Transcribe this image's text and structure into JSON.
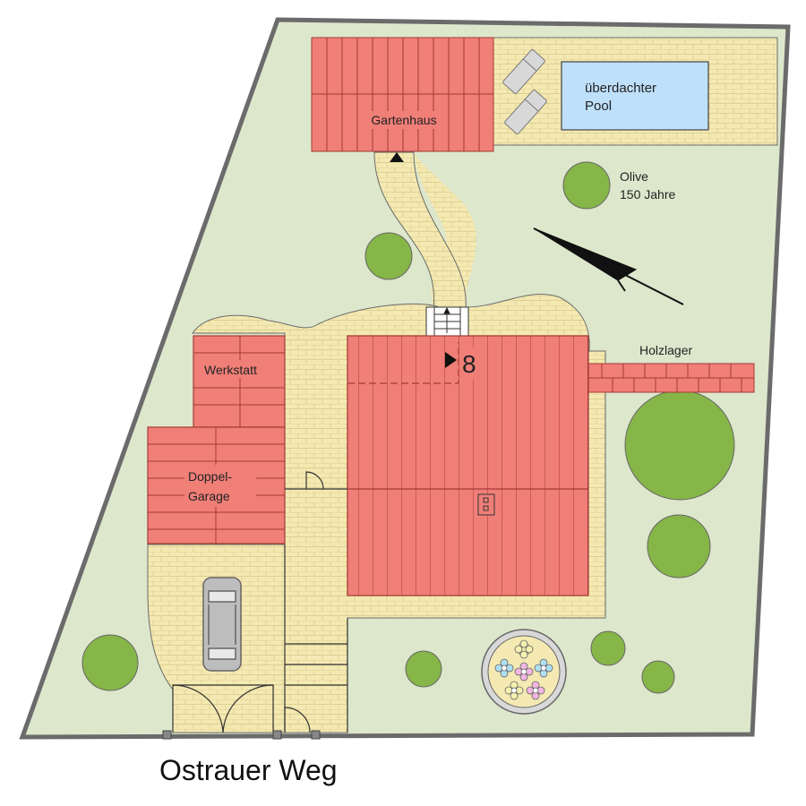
{
  "labels": {
    "garden_house": "Gartenhaus",
    "pool_line1": "überdachter",
    "pool_line2": "Pool",
    "olive_line1": "Olive",
    "olive_line2": "150 Jahre",
    "wood_storage": "Holzlager",
    "workshop": "Werkstatt",
    "garage_line1": "Doppel-",
    "garage_line2": "Garage",
    "house_number": "8",
    "street": "Ostrauer Weg"
  },
  "colors": {
    "lawn": "#dde7cc",
    "paving": "#f4e9b2",
    "roof": "#f07f78",
    "tree": "#86b548",
    "pool": "#bfe0fb",
    "wall": "#6b6b6b",
    "car": "#bdbdbd"
  },
  "icons": [
    "north-arrow-icon",
    "car-icon",
    "sun-lounger-icon",
    "flower-bed-icon",
    "entrance-marker-icon",
    "door-swing-icon"
  ]
}
